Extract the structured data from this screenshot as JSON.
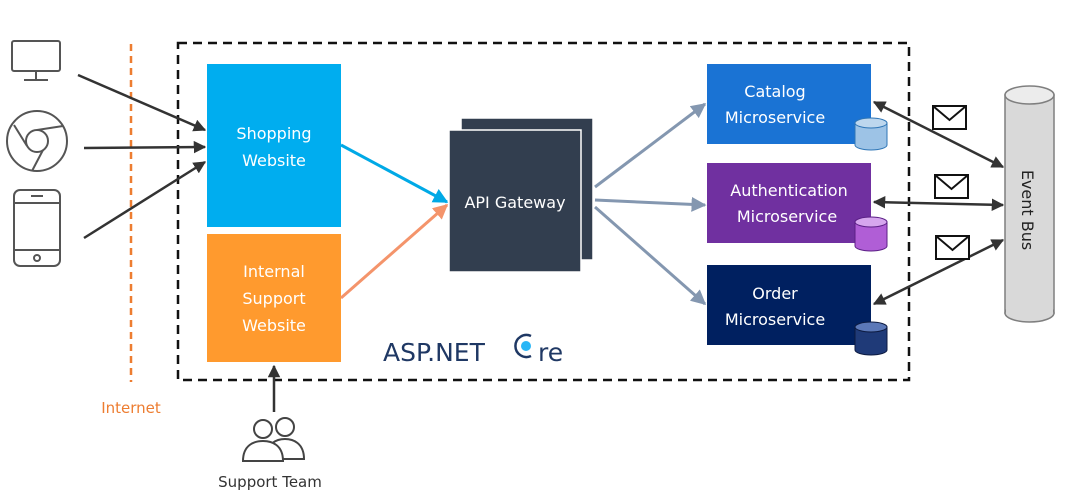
{
  "labels": {
    "shopping_line1": "Shopping",
    "shopping_line2": "Website",
    "internal_line1": "Internal",
    "internal_line2": "Support",
    "internal_line3": "Website",
    "api_gateway": "API Gateway",
    "catalog_line1": "Catalog",
    "catalog_line2": "Microservice",
    "auth_line1": "Authentication",
    "auth_line2": "Microservice",
    "order_line1": "Order",
    "order_line2": "Microservice",
    "event_bus": "Event Bus",
    "internet": "Internet",
    "support_team": "Support Team",
    "aspnet_prefix": "ASP.NET",
    "aspnet_suffix": "re"
  },
  "colors": {
    "shopping": "#00adef",
    "internal": "#ff9a2e",
    "gateway": "#323e4f",
    "catalog": "#1a73d4",
    "auth": "#7030a0",
    "order": "#002060",
    "internet_line": "#ed7d31",
    "flow_gray": "#8497b0",
    "flow_blue": "#00a9e6",
    "flow_orange": "#f4946b",
    "dark": "#333333",
    "aspnet": "#1f3864"
  },
  "icons": [
    "monitor-icon",
    "chrome-icon",
    "smartphone-icon",
    "users-icon",
    "envelope-icon",
    "database-icon"
  ]
}
